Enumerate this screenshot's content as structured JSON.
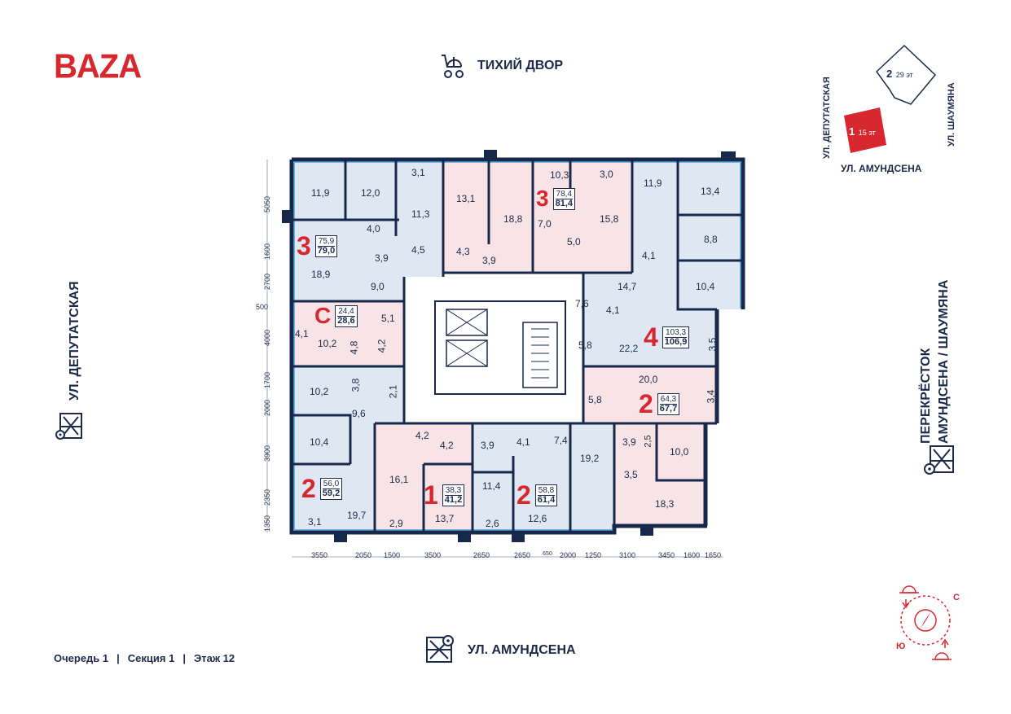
{
  "brand": {
    "logo": "BAZA",
    "accent_color": "#d7282f",
    "ink_color": "#1d2b4a"
  },
  "streets": {
    "top": "ТИХИЙ ДВОР",
    "left": "УЛ. ДЕПУТАТСКАЯ",
    "bottom": "УЛ. АМУНДСЕНА",
    "right_line1": "ПЕРЕКРЁСТОК",
    "right_line2": "АМУНДСЕНА / ШАУМЯНА"
  },
  "minimap": {
    "left_street": "УЛ. ДЕПУТАТСКАЯ",
    "right_street": "УЛ. ШАУМЯНА",
    "bottom_street": "УЛ. АМУНДСЕНА",
    "b2_num": "2",
    "b2_floors": "29 эт",
    "b1_num": "1",
    "b1_floors": "15 эт"
  },
  "footer": {
    "queue": "Очередь 1",
    "section": "Секция 1",
    "floor": "Этаж 12",
    "sep": "|"
  },
  "compass": {
    "north": "С",
    "south": "Ю"
  },
  "colors": {
    "blue_fill": "#dfe8f2",
    "pink_fill": "#f8e3e6",
    "wall": "#17284a",
    "window": "#4aa3d8"
  },
  "apartments": [
    {
      "id": "3a",
      "num": "3",
      "area_total": "75,9",
      "area_full": "79,0"
    },
    {
      "id": "3b",
      "num": "3",
      "area_total": "78,4",
      "area_full": "81,4"
    },
    {
      "id": "c",
      "num": "С",
      "area_total": "24,4",
      "area_full": "28,6"
    },
    {
      "id": "4",
      "num": "4",
      "area_total": "103,3",
      "area_full": "106,9"
    },
    {
      "id": "2a",
      "num": "2",
      "area_total": "64,3",
      "area_full": "67,7"
    },
    {
      "id": "2b",
      "num": "2",
      "area_total": "56,0",
      "area_full": "59,2"
    },
    {
      "id": "1",
      "num": "1",
      "area_total": "38,3",
      "area_full": "41,2"
    },
    {
      "id": "2c",
      "num": "2",
      "area_total": "58,8",
      "area_full": "61,4"
    }
  ],
  "rooms": [
    "11,9",
    "12,0",
    "3,1",
    "4,0",
    "11,3",
    "13,1",
    "18,8",
    "10,3",
    "3,0",
    "11,9",
    "13,4",
    "7,0",
    "15,8",
    "8,8",
    "3,9",
    "4,5",
    "4,3",
    "3,9",
    "5,0",
    "4,1",
    "18,9",
    "9,0",
    "14,7",
    "10,4",
    "7,6",
    "4,1",
    "5,1",
    "4,1",
    "10,2",
    "4,8",
    "4,2",
    "5,8",
    "22,2",
    "3,5",
    "3,8",
    "2,1",
    "20,0",
    "10,2",
    "5,8",
    "3,4",
    "9,6",
    "4,2",
    "4,2",
    "3,9",
    "4,1",
    "7,4",
    "3,9",
    "2,5",
    "10,4",
    "16,1",
    "11,4",
    "19,2",
    "10,0",
    "3,5",
    "18,3",
    "3,1",
    "19,7",
    "2,9",
    "13,7",
    "2,6",
    "12,6"
  ],
  "dims_bottom": [
    "3550",
    "2050",
    "1500",
    "3500",
    "2650",
    "2650",
    "650",
    "2000",
    "1250",
    "3100",
    "3450",
    "1600",
    "1650"
  ],
  "dims_left": [
    "5050",
    "1600",
    "2700",
    "500",
    "4000",
    "1700",
    "2000",
    "3900",
    "2350",
    "1350"
  ]
}
